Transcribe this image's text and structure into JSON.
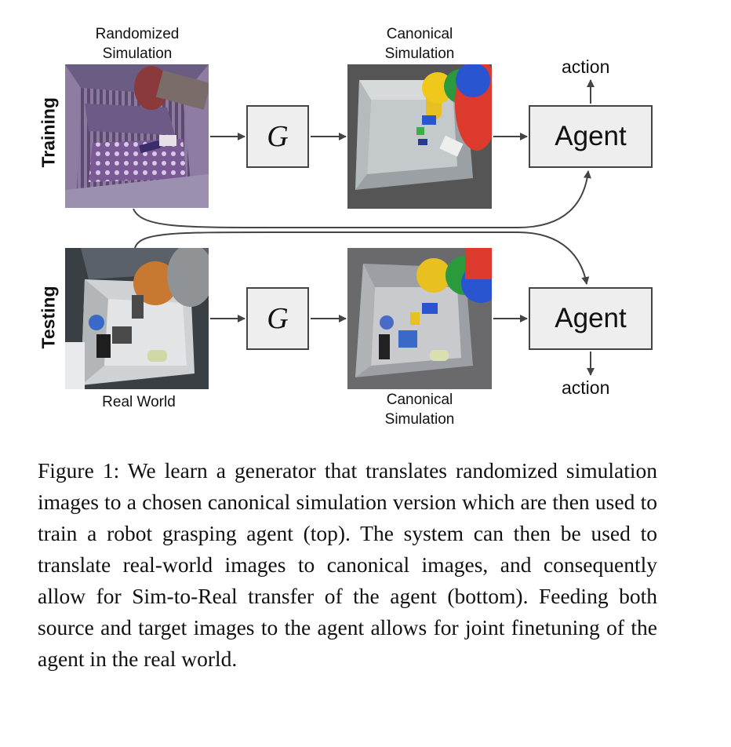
{
  "figure": {
    "rows": {
      "training": "Training",
      "testing": "Testing"
    },
    "image_labels": {
      "randomized_simulation": "Randomized\nSimulation",
      "canonical_simulation_top": "Canonical\nSimulation",
      "real_world": "Real World",
      "canonical_simulation_bottom": "Canonical\nSimulation"
    },
    "generator_top": "G",
    "generator_bottom": "G",
    "agent_top": "Agent",
    "agent_bottom": "Agent",
    "action_top": "action",
    "action_bottom": "action"
  },
  "caption": "Figure 1: We learn a generator that translates randomized simulation images to a chosen canonical simulation version which are then used to train a robot grasping agent (top). The system can then be used to translate real-world images to canonical images, and consequently allow for Sim-to-Real transfer of the agent (bottom). Feeding both source and target images to the agent allows for joint finetuning of the agent in the real world."
}
